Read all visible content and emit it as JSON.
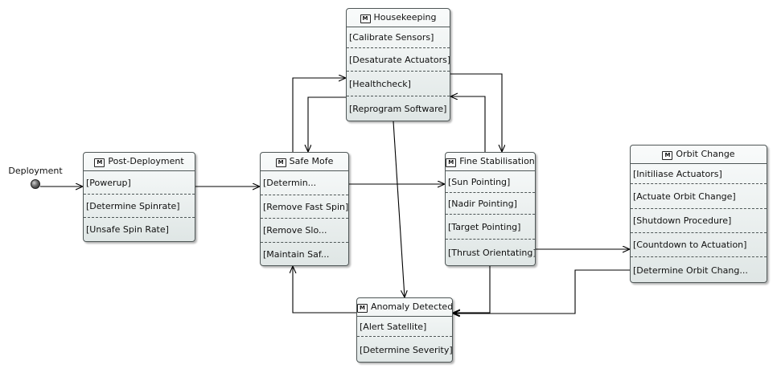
{
  "initial": {
    "label": "Deployment"
  },
  "states": {
    "post_deployment": {
      "title": "Post-Deployment",
      "icon": "M",
      "rows": [
        "[Powerup]",
        "[Determine Spinrate]",
        "[Unsafe Spin Rate]"
      ]
    },
    "safe_mofe": {
      "title": "Safe Mofe",
      "icon": "M",
      "rows": [
        "[Determin...",
        "[Remove Fast Spin]",
        "[Remove Slo...",
        "[Maintain Saf..."
      ]
    },
    "housekeeping": {
      "title": "Housekeeping",
      "icon": "M",
      "rows": [
        "[Calibrate Sensors]",
        "[Desaturate Actuators]",
        "[Healthcheck]",
        "[Reprogram Software]"
      ]
    },
    "fine_stabilisation": {
      "title": "Fine Stabilisation",
      "icon": "M",
      "rows": [
        "[Sun Pointing]",
        "[Nadir Pointing]",
        "[Target Pointing]",
        "[Thrust Orientating]"
      ]
    },
    "orbit_change": {
      "title": "Orbit Change",
      "icon": "M",
      "rows": [
        "[Initiliase Actuators]",
        "[Actuate Orbit Change]",
        "[Shutdown Procedure]",
        "[Countdown to Actuation]",
        "[Determine Orbit Chang..."
      ]
    },
    "anomaly_detected": {
      "title": "Anomaly Detected",
      "icon": "M",
      "rows": [
        "[Alert Satellite]",
        "[Determine Severity]"
      ]
    }
  }
}
